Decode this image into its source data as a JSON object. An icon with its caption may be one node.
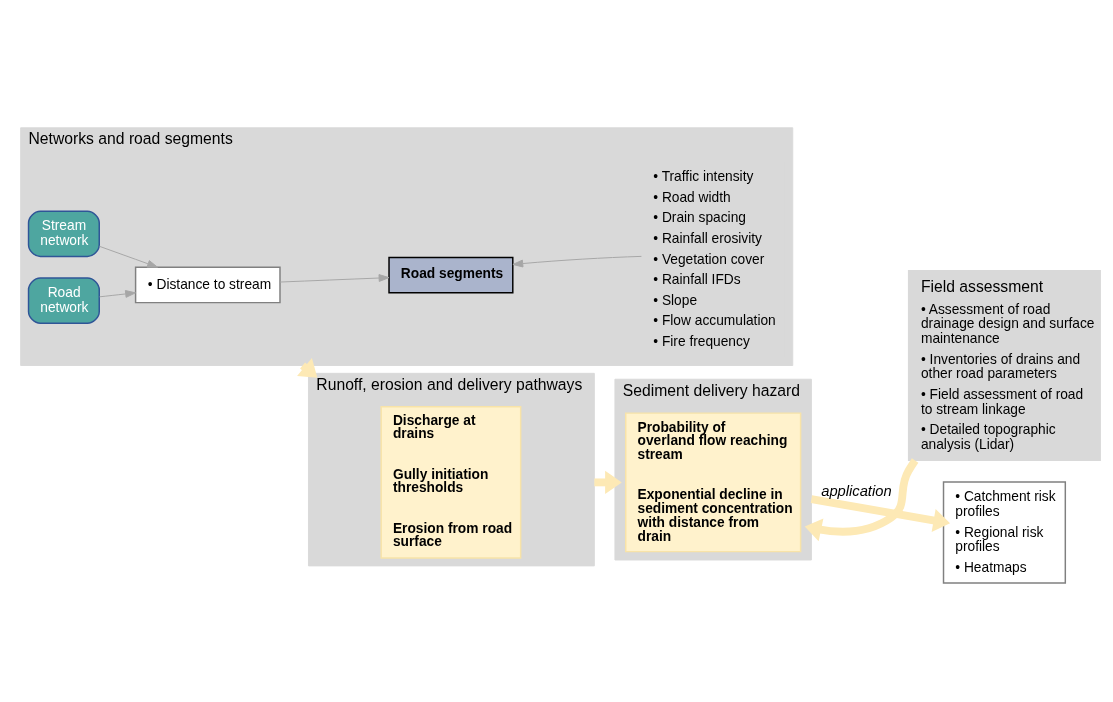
{
  "diagram": {
    "nodes": [
      {
        "text": [
          "Networks and road segments"
        ]
      },
      {
        "text": [
          "Stream network"
        ],
        "in": 0
      },
      {
        "text": [
          "Road network"
        ],
        "in": 0
      },
      {
        "text": [
          "• Distance to stream"
        ],
        "in": 0
      },
      {
        "text": [
          "Road segments"
        ],
        "in": 0
      },
      {
        "text": [
          "• Traffic intensity",
          "• Road width",
          "• Drain spacing",
          "• Rainfall erosivity",
          "• Vegetation cover",
          "• Rainfall IFDs",
          "• Slope",
          "• Flow accumulation",
          "• Fire frequency"
        ],
        "in": 0
      },
      {
        "text": [
          "Runoff, erosion and delivery pathways"
        ]
      },
      {
        "text": [
          "Discharge at drains",
          "Gully initiation thresholds",
          "Erosion from road surface"
        ],
        "in": 6
      },
      {
        "text": [
          "Sediment delivery hazard"
        ]
      },
      {
        "text": [
          "Probability of overland flow reaching stream",
          "Exponential decline in sediment concentration with distance from drain"
        ],
        "in": 8
      },
      {
        "text": [
          "Field assessment",
          "• Assessment of road drainage design and surface maintenance",
          "• Inventories of drains and other road parameters",
          "• Field assessment of road to stream linkage",
          "• Detailed topographic analysis (Lidar)"
        ]
      },
      {
        "text": [
          "• Catchment risk profiles",
          "• Regional risk profiles",
          "• Heatmaps"
        ]
      }
    ],
    "edges": [
      {
        "from": 1,
        "to": 3,
        "arrow": "to"
      },
      {
        "from": 2,
        "to": 3,
        "arrow": "to"
      },
      {
        "from": 3,
        "to": 4,
        "arrow": "to"
      },
      {
        "from": 5,
        "to": 4,
        "arrow": "to"
      },
      {
        "from": 0,
        "to": 6,
        "arrow": "to",
        "style": "thick",
        "color": "#fde9b5"
      },
      {
        "from": 6,
        "to": 8,
        "arrow": "to",
        "style": "thick",
        "color": "#fde9b5"
      },
      {
        "from": 10,
        "to": 8,
        "arrow": "to",
        "style": "thick",
        "color": "#fde9b5"
      },
      {
        "from": 8,
        "to": 11,
        "arrow": "to",
        "label": "application",
        "style": "thick",
        "color": "#fde9b5"
      }
    ]
  }
}
